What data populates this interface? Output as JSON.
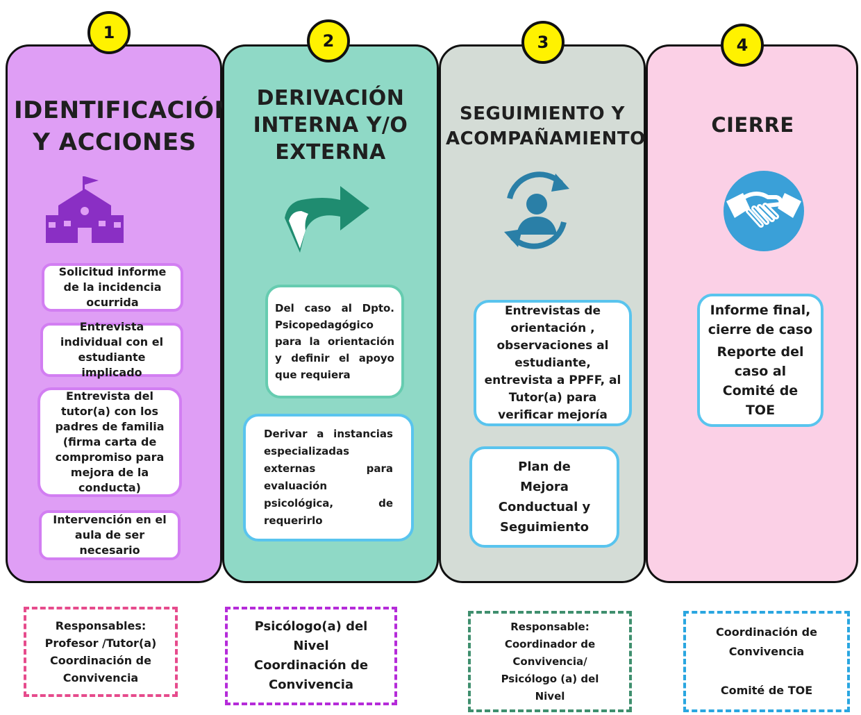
{
  "steps": [
    {
      "number": "1",
      "title_lines": [
        "IDENTIFICACIÓN",
        "Y ACCIONES"
      ],
      "icon": "school-icon",
      "color": "#df9ef5",
      "actions": [
        "Solicitud informe de la incidencia ocurrida",
        "Entrevista individual con el estudiante implicado",
        "Entrevista del tutor(a) con los padres de familia (firma carta de compromiso para mejora de la conducta)",
        "Intervención en el aula de ser necesario"
      ],
      "responsible": [
        "Responsables:",
        "Profesor /Tutor(a)",
        "Coordinación de",
        "Convivencia"
      ],
      "responsible_border": "#e64b8c"
    },
    {
      "number": "2",
      "title_lines": [
        "DERIVACIÓN",
        "INTERNA Y/O",
        "EXTERNA"
      ],
      "icon": "redirect-arrow-icon",
      "color": "#8fd9c6",
      "actions": [
        "Del caso al Dpto. Psicopedagógico para la orientación y definir el apoyo que requiera",
        "Derivar a instancias especializadas externas para evaluación psicológica, de requerirlo"
      ],
      "responsible": [
        "Psicólogo(a) del",
        "Nivel",
        "Coordinación de",
        "Convivencia"
      ],
      "responsible_border": "#b52bd9"
    },
    {
      "number": "3",
      "title_lines": [
        "SEGUIMIENTO Y",
        "ACOMPAÑAMIENTO"
      ],
      "icon": "user-cycle-icon",
      "color": "#d4dcd6",
      "actions": [
        "Entrevistas de orientación , observaciones al estudiante, entrevista a PPFF, al Tutor(a) para verificar mejoría",
        "Plan de Mejora Conductual y Seguimiento"
      ],
      "responsible": [
        "Responsable:",
        "Coordinador de",
        "Convivencia/",
        "Psicólogo (a) del",
        "Nivel"
      ],
      "responsible_border": "#3f8f6e"
    },
    {
      "number": "4",
      "title_lines": [
        "CIERRE"
      ],
      "icon": "handshake-icon",
      "color": "#fbd0e6",
      "actions": [
        "Informe final, cierre de caso",
        "Reporte del caso al Comité de TOE"
      ],
      "responsible": [
        "Coordinación de",
        "Convivencia",
        "Comité de TOE"
      ],
      "responsible_border": "#2aa6e0"
    }
  ]
}
